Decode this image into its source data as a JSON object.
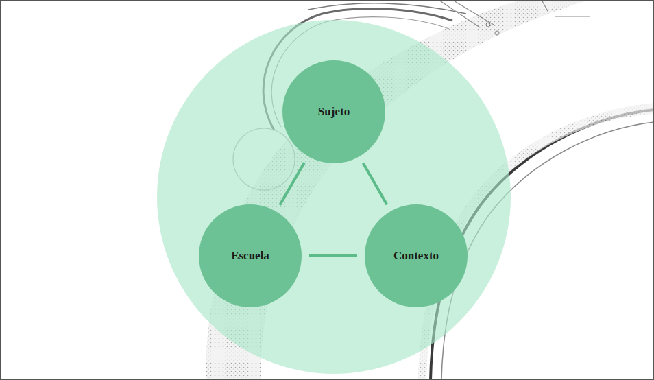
{
  "diagram": {
    "nodes": [
      {
        "text": [
          "Sujeto"
        ]
      },
      {
        "text": [
          "Escuela"
        ]
      },
      {
        "text": [
          "Contexto"
        ]
      }
    ],
    "edges": [
      {
        "from": 0,
        "to": 1,
        "arrow": "none"
      },
      {
        "from": 0,
        "to": 2,
        "arrow": "none"
      },
      {
        "from": 1,
        "to": 2,
        "arrow": "none"
      }
    ]
  }
}
